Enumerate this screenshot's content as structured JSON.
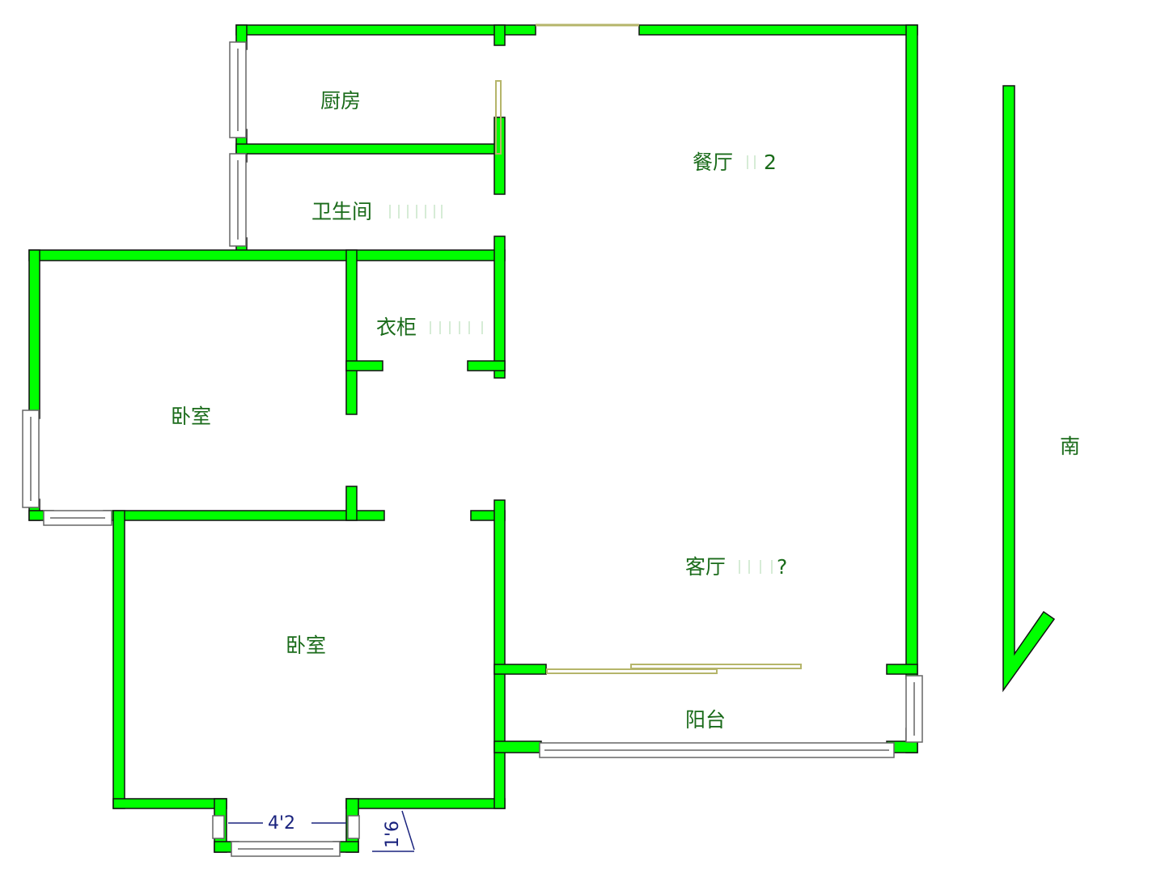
{
  "rooms": {
    "kitchen": "厨房",
    "dining": "餐厅",
    "dining_suffix": "2",
    "bathroom": "卫生间",
    "wardrobe": "衣柜",
    "bedroom_1": "卧室",
    "bedroom_2": "卧室",
    "living": "客厅",
    "living_suffix": "?",
    "balcony": "阳台"
  },
  "compass": {
    "label": "南"
  },
  "dimensions": {
    "window_width": "4'2",
    "window_depth": "1'6"
  },
  "colors": {
    "wall": "#00ff00",
    "outline": "#111111",
    "label": "#1a6b1a",
    "dimension": "#1a237e",
    "door": "#b5b56a"
  }
}
